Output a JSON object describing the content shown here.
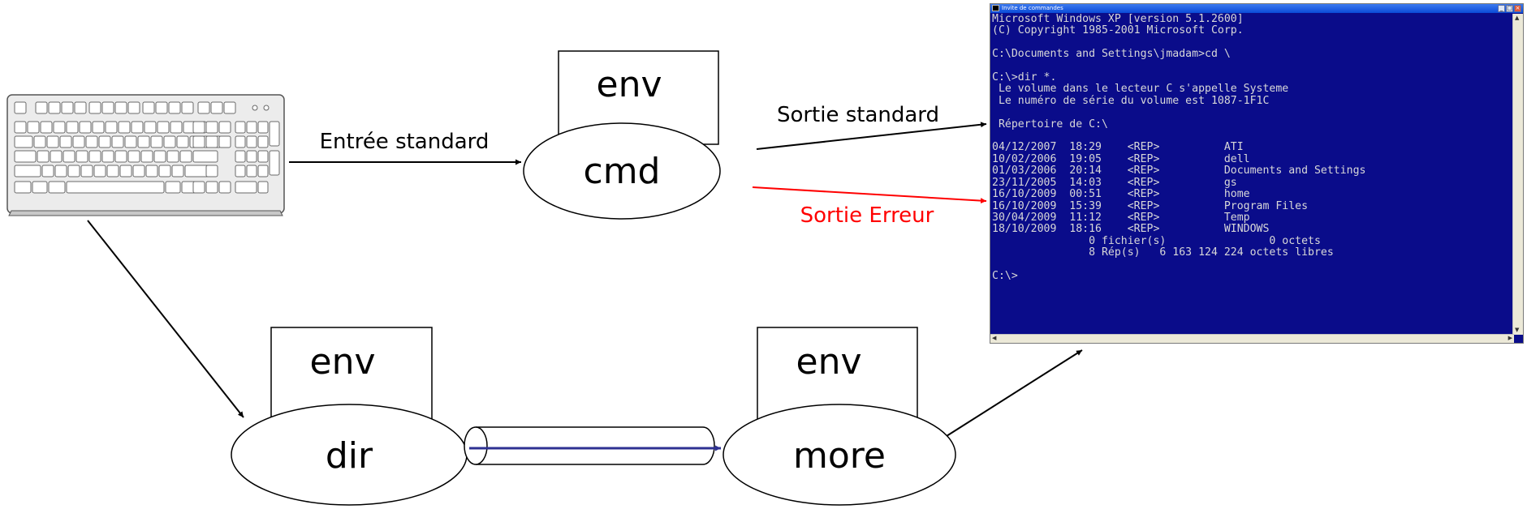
{
  "nodes": {
    "cmd": {
      "label": "cmd",
      "env": "env"
    },
    "dir": {
      "label": "dir",
      "env": "env"
    },
    "more": {
      "label": "more",
      "env": "env"
    }
  },
  "edges": {
    "stdin": "Entrée standard",
    "stdout": "Sortie standard",
    "stderr": "Sortie Erreur"
  },
  "colors": {
    "line": "#000000",
    "error": "#ff0000",
    "pipe": "#2e3192",
    "console_bg": "#0a0c8a",
    "console_text": "#d8d8d8"
  },
  "console": {
    "title": "Invite de commandes",
    "lines": [
      "Microsoft Windows XP [version 5.1.2600]",
      "(C) Copyright 1985-2001 Microsoft Corp.",
      "",
      "C:\\Documents and Settings\\jmadam>cd \\",
      "",
      "C:\\>dir *.",
      " Le volume dans le lecteur C s'appelle Systeme",
      " Le numéro de série du volume est 1087-1F1C",
      "",
      " Répertoire de C:\\",
      "",
      "04/12/2007  18:29    <REP>          ATI",
      "10/02/2006  19:05    <REP>          dell",
      "01/03/2006  20:14    <REP>          Documents and Settings",
      "23/11/2005  14:03    <REP>          gs",
      "16/10/2009  00:51    <REP>          home",
      "16/10/2009  15:39    <REP>          Program Files",
      "30/04/2009  11:12    <REP>          Temp",
      "18/10/2009  18:16    <REP>          WINDOWS",
      "               0 fichier(s)                0 octets",
      "               8 Rép(s)   6 163 124 224 octets libres",
      "",
      "C:\\>"
    ]
  }
}
